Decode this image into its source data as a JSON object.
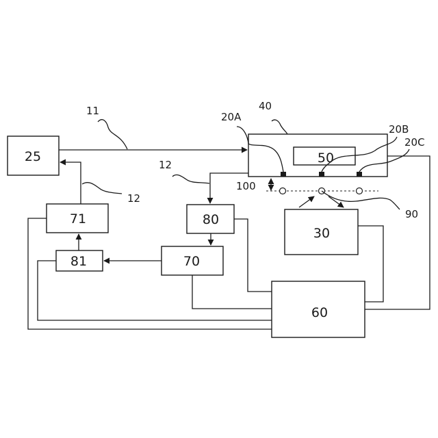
{
  "blocks": {
    "b25": "25",
    "b40": "",
    "b50": "50",
    "b80": "80",
    "b70": "70",
    "b71": "71",
    "b81": "81",
    "b30": "30",
    "b60": "60"
  },
  "refs": {
    "r11": "11",
    "r12_top": "12",
    "r12_left": "12",
    "r40": "40",
    "r20A": "20A",
    "r20B": "20B",
    "r20C": "20C",
    "r100": "100",
    "r90": "90"
  }
}
